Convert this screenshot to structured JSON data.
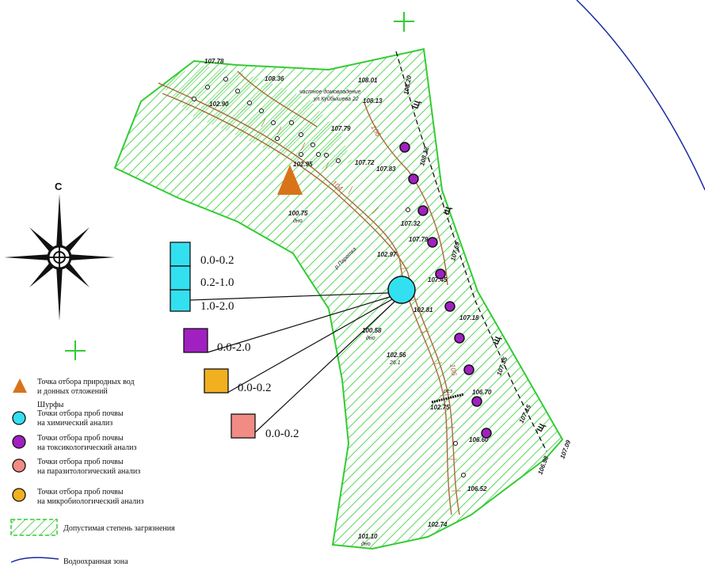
{
  "compass": {
    "north_label": "С"
  },
  "elevations": [
    "107.78",
    "108.36",
    "108.01",
    "102.90",
    "108.20",
    "108.13",
    "107.79",
    "108.12",
    "102.95",
    "107.72",
    "107.83",
    "100.75",
    "107.32",
    "107.79",
    "102.97",
    "107.69",
    "107.45",
    "102.81",
    "107.18",
    "100.58",
    "102.56",
    "107.35",
    "106.70",
    "102.75",
    "107.15",
    "106.60",
    "107.09",
    "106.98",
    "106.52",
    "102.74",
    "101.10"
  ],
  "notes": {
    "bottom_note_1": "дно",
    "bottom_note_2": "дно",
    "bottom_note_3": "дно",
    "bottom_note_4": "дно",
    "depth_note": "26.1",
    "private_house_1": "частное домовладение",
    "private_house_2": "ул.Куйбышева 22",
    "river_label": "р.Паретка",
    "pipe_label": "рез"
  },
  "contours": {
    "c1": "106",
    "c2": "104",
    "c3": "106"
  },
  "zone_marker": "Щ",
  "sampling_depths": {
    "chem_1": "0.0-0.2",
    "chem_2": "0.2-1.0",
    "chem_3": "1.0-2.0",
    "tox": "0.0-2.0",
    "micro": "0.0-0.2",
    "para": "0.0-0.2"
  },
  "colors": {
    "hatch": "#33cc33",
    "chemical": "#33e0f0",
    "toxicological": "#a020c0",
    "parasitological": "#f08c84",
    "microbiological": "#f0b020",
    "water_sample": "#d9731a",
    "protection_zone": "#1a2aa0"
  },
  "legend": {
    "water_1": "Точка отбора природных вод",
    "water_2": "и донных отложений",
    "pits": "Шурфы",
    "chem_1": "Точки отбора проб почвы",
    "chem_2": "на химический анализ",
    "tox_1": "Точки отбора проб почвы",
    "tox_2": "на токсикологический анализ",
    "para_1": "Точки отбора проб почвы",
    "para_2": "на паразитологический анализ",
    "micro_1": "Точки отбора проб почвы",
    "micro_2": "на микробиологический анализ",
    "zone": "Допустимая степень загрязнения",
    "protection": "Водоохранная зона"
  }
}
